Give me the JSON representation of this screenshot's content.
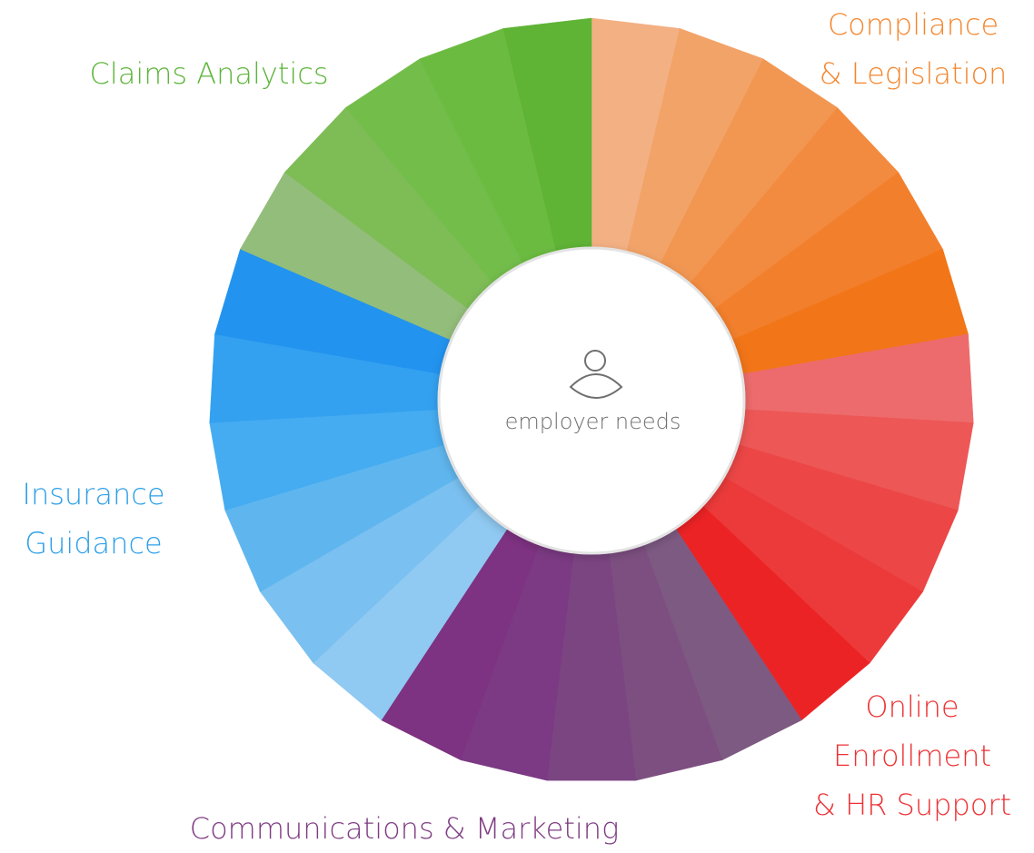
{
  "center": {
    "icon": "person-icon",
    "label": "employer needs"
  },
  "categories": [
    {
      "id": "compliance",
      "lines": [
        "Compliance",
        "& Legislation"
      ],
      "color": "#f4862e",
      "segment_colors": [
        "#f3b083",
        "#f2a368",
        "#f29752",
        "#f28b3f",
        "#f27f2c",
        "#f27518"
      ]
    },
    {
      "id": "online",
      "lines": [
        "Online",
        "Enrollment",
        "& HR Support"
      ],
      "color": "#ed3235",
      "segment_colors": [
        "#ed6b6c",
        "#ed5756",
        "#ec4646",
        "#ec3a3a",
        "#ec2325"
      ]
    },
    {
      "id": "communications",
      "lines": [
        "Communications & Marketing"
      ],
      "color": "#7e3c82",
      "segment_colors": [
        "#7d5a82",
        "#7d4f81",
        "#7b4582",
        "#7b3a83",
        "#7e3282"
      ]
    },
    {
      "id": "insurance",
      "lines": [
        "Insurance",
        "Guidance"
      ],
      "color": "#2ea0e8",
      "segment_colors": [
        "#90c9f1",
        "#7ac0f0",
        "#5fb6ee",
        "#46acf1",
        "#33a1f0",
        "#2293ef"
      ]
    },
    {
      "id": "claims",
      "lines": [
        "Claims Analytics"
      ],
      "color": "#5db53b",
      "segment_colors": [
        "#93bd7a",
        "#7ebc56",
        "#73bd4b",
        "#6cbb41",
        "#5fb335"
      ]
    }
  ]
}
